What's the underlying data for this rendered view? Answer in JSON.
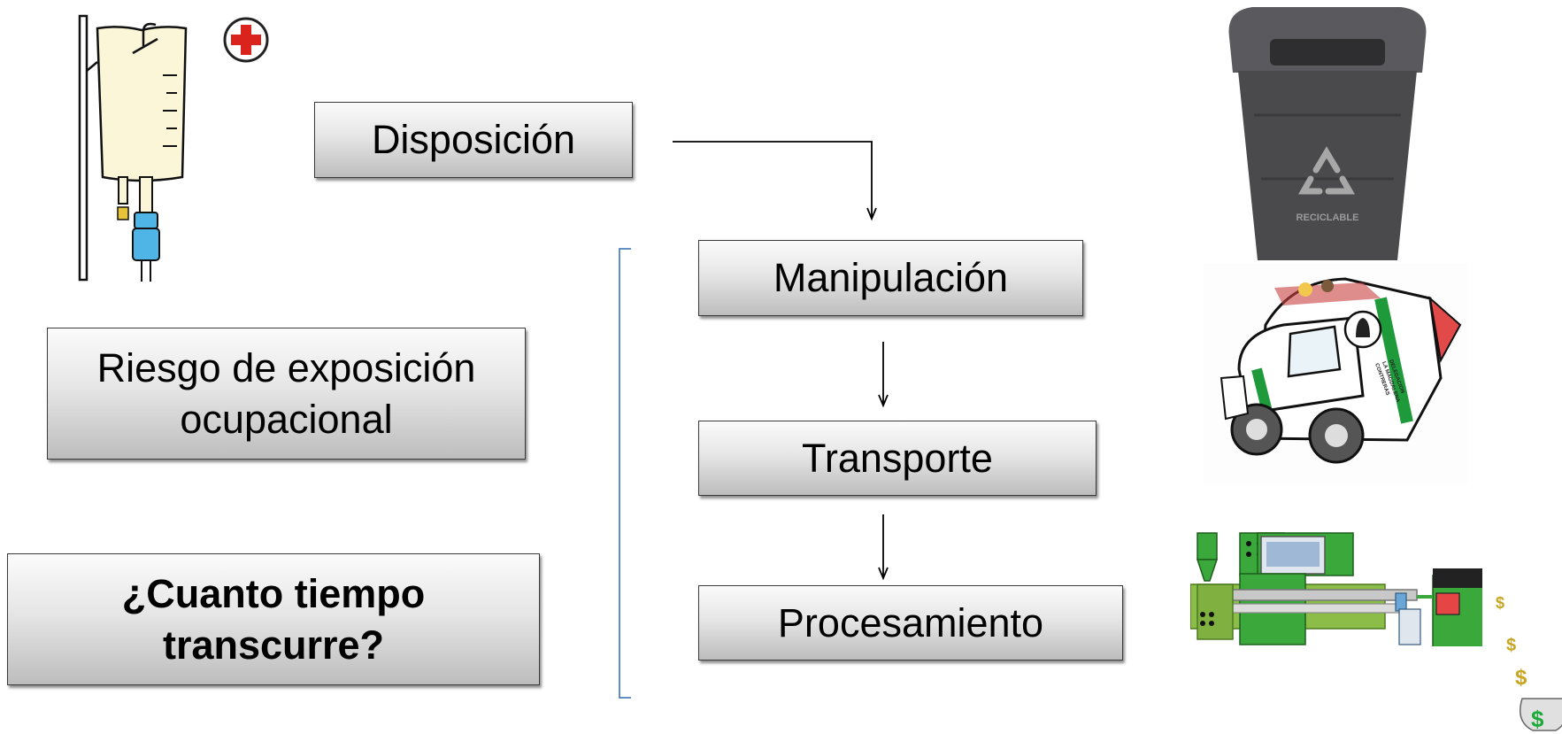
{
  "boxes": {
    "disposicion": "Disposición",
    "manipulacion": "Manipulación",
    "transporte": "Transporte",
    "procesamiento": "Procesamiento",
    "riesgo": [
      "Riesgo de exposición",
      "ocupacional"
    ],
    "tiempo": [
      "¿Cuanto tiempo",
      "transcurre?"
    ]
  },
  "illustrations": {
    "iv_bag": "iv-bag-icon",
    "medical_cross": "red-cross-icon",
    "bin": "recycling-bin-icon",
    "bin_label": "RECICLABLE",
    "truck": "garbage-truck-icon",
    "truck_label": [
      "DELEGACION",
      "LA MAGDALENA",
      "CONTRERAS"
    ],
    "machine": "processing-machine-icon",
    "money": "money-bag-icon"
  },
  "colors": {
    "bracket": "#4f81bd",
    "truck_green": "#1e9a3a",
    "machine_green": "#3aa83a",
    "bin_gray": "#4a4a4c"
  }
}
